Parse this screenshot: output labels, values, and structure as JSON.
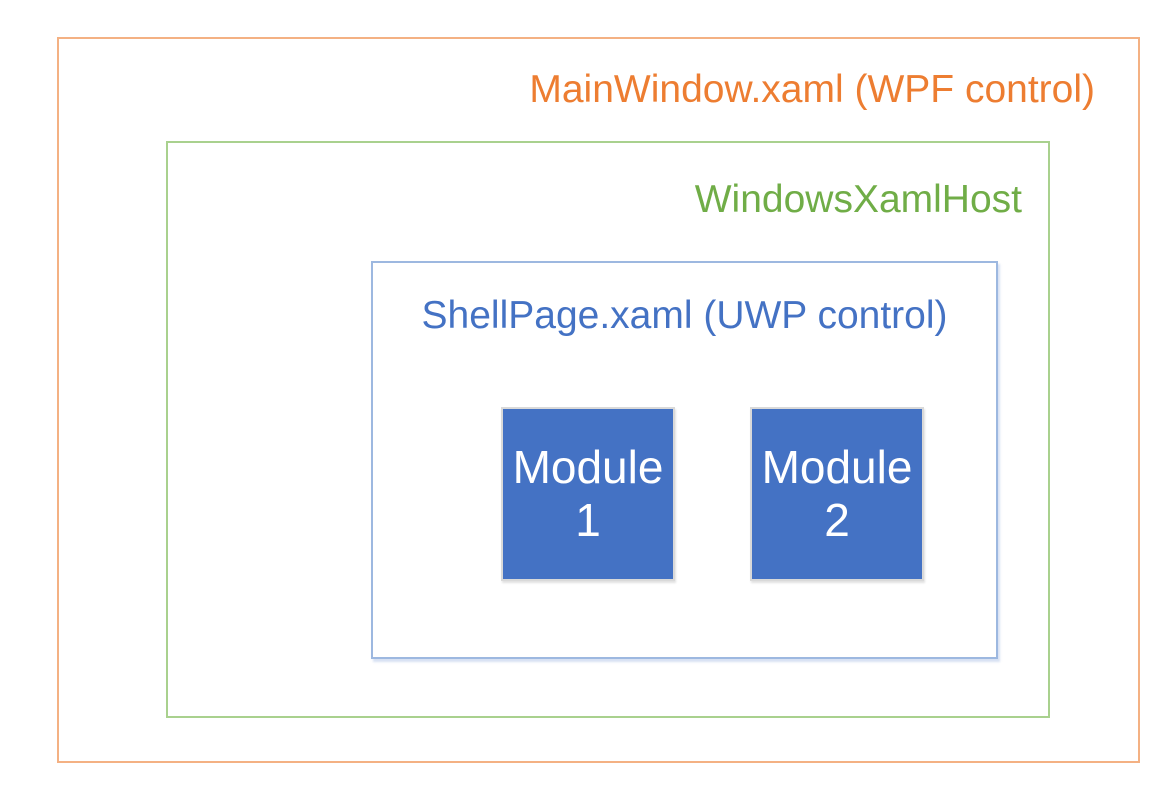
{
  "diagram": {
    "mainwindow": {
      "label": "MainWindow.xaml (WPF control)",
      "text_color": "#ED7D31",
      "border_color": "#F4B183"
    },
    "xamlhost": {
      "label": "WindowsXamlHost",
      "text_color": "#70AD47",
      "border_color": "#A9D18E"
    },
    "shellpage": {
      "label": "ShellPage.xaml (UWP control)",
      "text_color": "#4472C4",
      "border_color": "#9DB8E0"
    },
    "modules": [
      {
        "name": "Module",
        "number": "1",
        "fill": "#4472C4",
        "text_color": "#FFFFFF",
        "border_color": "#D9D9D9"
      },
      {
        "name": "Module",
        "number": "2",
        "fill": "#4472C4",
        "text_color": "#FFFFFF",
        "border_color": "#D9D9D9"
      }
    ]
  }
}
